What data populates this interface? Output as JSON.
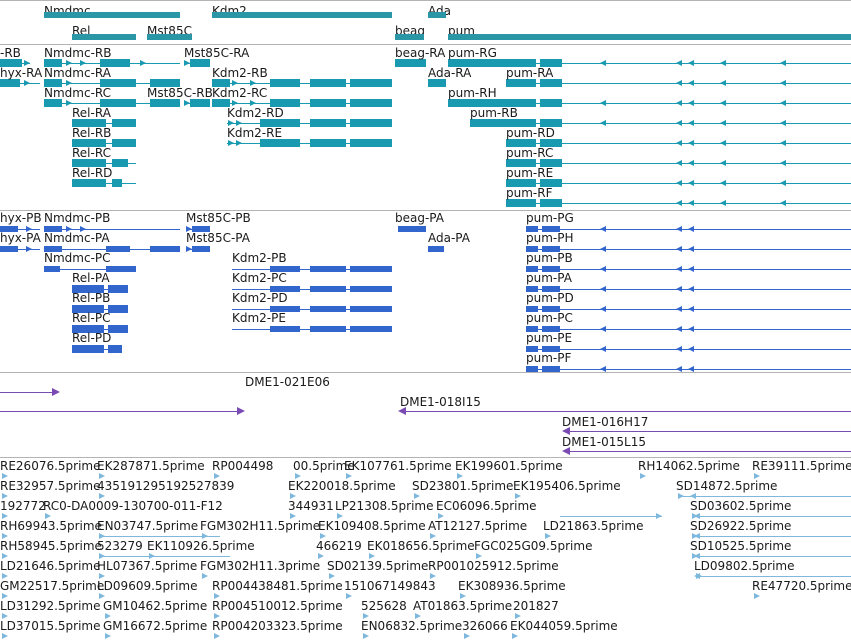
{
  "colors": {
    "gene": "#338e99",
    "gene_track": "#2b97a6",
    "cds": "#1a9ab0",
    "protein": "#3366cc",
    "clone": "#7a4cb3",
    "est": "#7fb8dd",
    "separator": "#b4b4b4"
  },
  "tracks": {
    "genes": {
      "labels": [
        "Nmdmc",
        "Rel",
        "Mst85C",
        "Kdm2",
        "beag",
        "Ada",
        "pum"
      ]
    },
    "transcripts": {
      "labels": [
        "-RB",
        "hyx-RA",
        "Nmdmc-RB",
        "Nmdmc-RA",
        "Nmdmc-RC",
        "Mst85C-RA",
        "Mst85C-RB",
        "Kdm2-RB",
        "Kdm2-RC",
        "Kdm2-RD",
        "Kdm2-RE",
        "Rel-RA",
        "Rel-RB",
        "Rel-RC",
        "Rel-RD",
        "beag-RA",
        "Ada-RA",
        "pum-RG",
        "pum-RA",
        "pum-RH",
        "pum-RB",
        "pum-RD",
        "pum-RC",
        "pum-RE",
        "pum-RF"
      ]
    },
    "proteins": {
      "labels": [
        "hyx-PB",
        "hyx-PA",
        "Nmdmc-PB",
        "Nmdmc-PA",
        "Nmdmc-PC",
        "Mst85C-PB",
        "Mst85C-PA",
        "Rel-PA",
        "Rel-PB",
        "Rel-PC",
        "Rel-PD",
        "Kdm2-PB",
        "Kdm2-PC",
        "Kdm2-PD",
        "Kdm2-PE",
        "beag-PA",
        "Ada-PA",
        "pum-PG",
        "pum-PH",
        "pum-PB",
        "pum-PA",
        "pum-PD",
        "pum-PC",
        "pum-PE",
        "pum-PF"
      ]
    },
    "clones": {
      "labels": [
        "DME1-021E06",
        "DME1-018I15",
        "DME1-016H17",
        "DME1-015L15"
      ]
    },
    "ests": {
      "labels": [
        "RE26076.5prime",
        "EK287871.5prime",
        "RP004498",
        "00.5prime",
        "EK107761.5prime",
        "EK199601.5prime",
        "RH14062.5prime",
        "RE39111.5prime",
        "RE32957.5prime",
        "435191295192527839",
        "EK220018.5prime",
        "SD23801.5prime",
        "EK195406.5prime",
        "SD14872.5prime",
        "192772",
        "RC0-DA0009-130700-011-F12",
        "344931",
        "LP21308.5prime",
        "EC06096.5prime",
        "SD03602.5prime",
        "RH69943.5prime",
        "EN03747.5prime",
        "FGM302H11.5prime",
        "EK109408.5prime",
        "AT12127.5prime",
        "LD21863.5prime",
        "SD26922.5prime",
        "RH58945.5prime",
        "523279",
        "EK110926.5prime",
        "466219",
        "EK018656.5prime",
        "FGC025G09.5prime",
        "SD10525.5prime",
        "LD21646.5prime",
        "HL07367.5prime",
        "FGM302H11.3prime",
        "SD02139.5prime",
        "RP001025912.5prime",
        "LD09802.5prime",
        "GM22517.5prime",
        "LD09609.5prime",
        "RP004438481.5prime",
        "151067149843",
        "EK308936.5prime",
        "RE47720.5prime",
        "LD31292.5prime",
        "GM10462.5prime",
        "RP004510012.5prime",
        "525628",
        "AT01863.5prime",
        "201827",
        "LD37015.5prime",
        "GM16672.5prime",
        "RP004203323.5prime",
        "EN06832.5prime",
        "326066",
        "EK044059.5prime"
      ]
    }
  }
}
